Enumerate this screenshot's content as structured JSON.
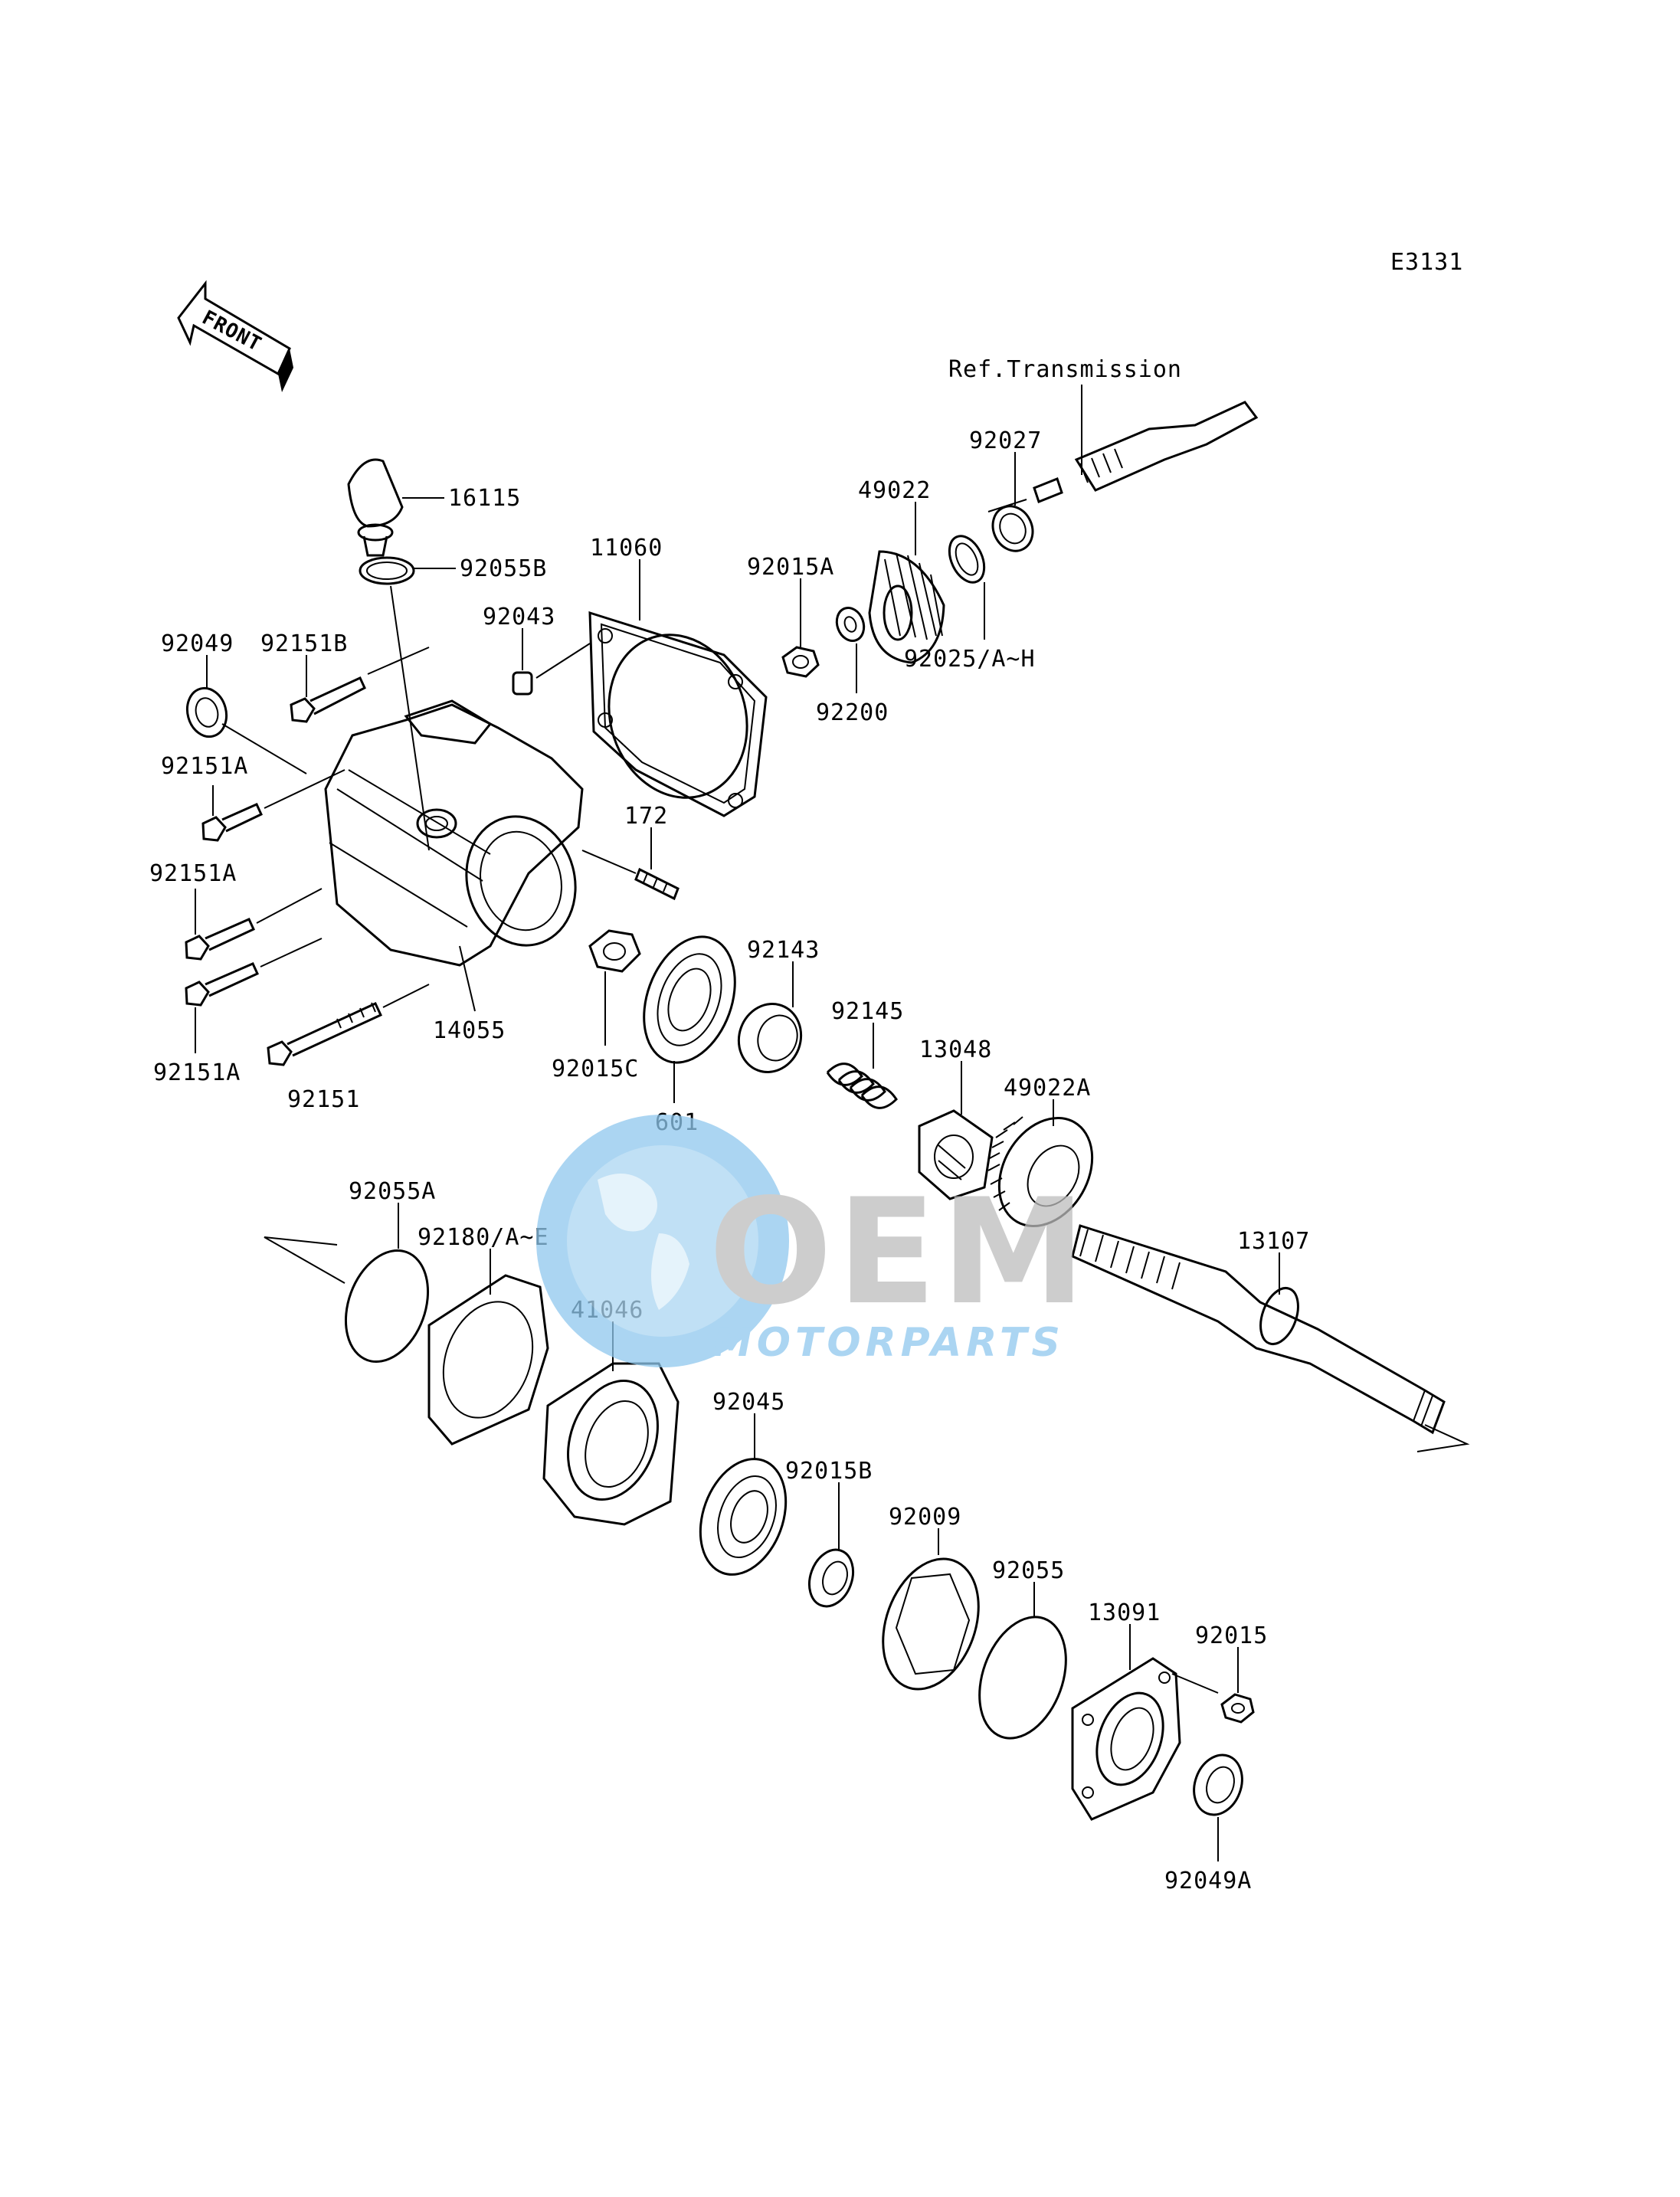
{
  "diagram_code": "E3131",
  "front_label": "FRONT",
  "reference_label": "Ref.Transmission",
  "watermark": {
    "logo_text": "OEM",
    "sub_text": "MOTORPARTS",
    "color": "#8fc8ee",
    "grey": "#bdbdbd"
  },
  "parts": [
    {
      "id": "16115",
      "label": "16115"
    },
    {
      "id": "92055B",
      "label": "92055B"
    },
    {
      "id": "11060",
      "label": "11060"
    },
    {
      "id": "92043",
      "label": "92043"
    },
    {
      "id": "92015A",
      "label": "92015A"
    },
    {
      "id": "49022",
      "label": "49022"
    },
    {
      "id": "92027",
      "label": "92027"
    },
    {
      "id": "92025",
      "label": "92025/A~H"
    },
    {
      "id": "92200",
      "label": "92200"
    },
    {
      "id": "92049",
      "label": "92049"
    },
    {
      "id": "92151B",
      "label": "92151B"
    },
    {
      "id": "92151A-1",
      "label": "92151A"
    },
    {
      "id": "92151A-2",
      "label": "92151A"
    },
    {
      "id": "92151A-3",
      "label": "92151A"
    },
    {
      "id": "172",
      "label": "172"
    },
    {
      "id": "14055",
      "label": "14055"
    },
    {
      "id": "92151",
      "label": "92151"
    },
    {
      "id": "92015C",
      "label": "92015C"
    },
    {
      "id": "601",
      "label": "601"
    },
    {
      "id": "92143",
      "label": "92143"
    },
    {
      "id": "92145",
      "label": "92145"
    },
    {
      "id": "13048",
      "label": "13048"
    },
    {
      "id": "49022A",
      "label": "49022A"
    },
    {
      "id": "13107",
      "label": "13107"
    },
    {
      "id": "92055A",
      "label": "92055A"
    },
    {
      "id": "92180",
      "label": "92180/A~E"
    },
    {
      "id": "41046",
      "label": "41046"
    },
    {
      "id": "92045",
      "label": "92045"
    },
    {
      "id": "92015B",
      "label": "92015B"
    },
    {
      "id": "92009",
      "label": "92009"
    },
    {
      "id": "92055",
      "label": "92055"
    },
    {
      "id": "13091",
      "label": "13091"
    },
    {
      "id": "92015",
      "label": "92015"
    },
    {
      "id": "92049A",
      "label": "92049A"
    }
  ]
}
